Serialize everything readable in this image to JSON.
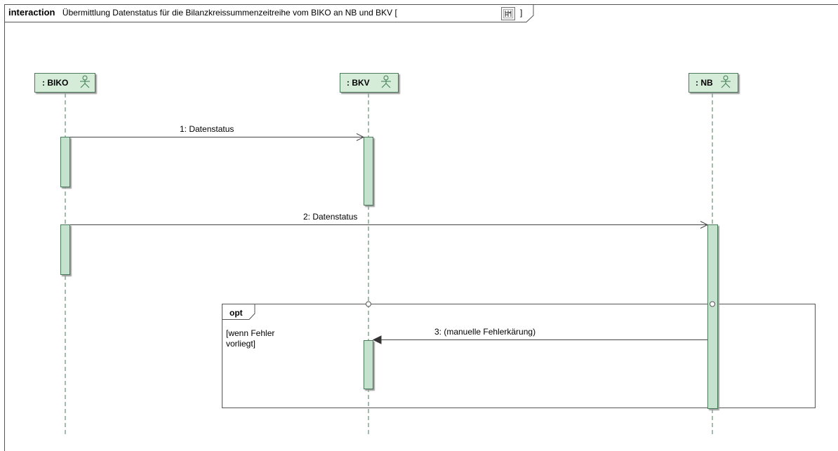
{
  "frame": {
    "keyword": "interaction",
    "title": "Übermittlung Datenstatus für die Bilanzkreissummenzeitreihe  vom BIKO an NB und BKV [",
    "title_suffix": "]",
    "diagram_icon": "sequence-diagram-icon"
  },
  "lifelines": [
    {
      "label": ": BIKO",
      "icon": "actor-icon"
    },
    {
      "label": ": BKV",
      "icon": "actor-icon"
    },
    {
      "label": ": NB",
      "icon": "actor-icon"
    }
  ],
  "messages": [
    {
      "label": "1: Datenstatus",
      "from": ": BIKO",
      "to": ": BKV",
      "kind": "asynchronous"
    },
    {
      "label": "2: Datenstatus",
      "from": ": BIKO",
      "to": ": NB",
      "kind": "asynchronous"
    },
    {
      "label": "3: (manuelle Fehlerkärung)",
      "from": ": NB",
      "to": ": BKV",
      "kind": "synchronous"
    }
  ],
  "fragment": {
    "operator": "opt",
    "guard_line1": "[wenn Fehler",
    "guard_line2": "vorliegt]"
  },
  "colors": {
    "lifeline_head_fill": "#d5ecd9",
    "activation_fill": "#c5e2cf",
    "line_stroke": "#4a7a5a",
    "frame_stroke": "#666666"
  }
}
